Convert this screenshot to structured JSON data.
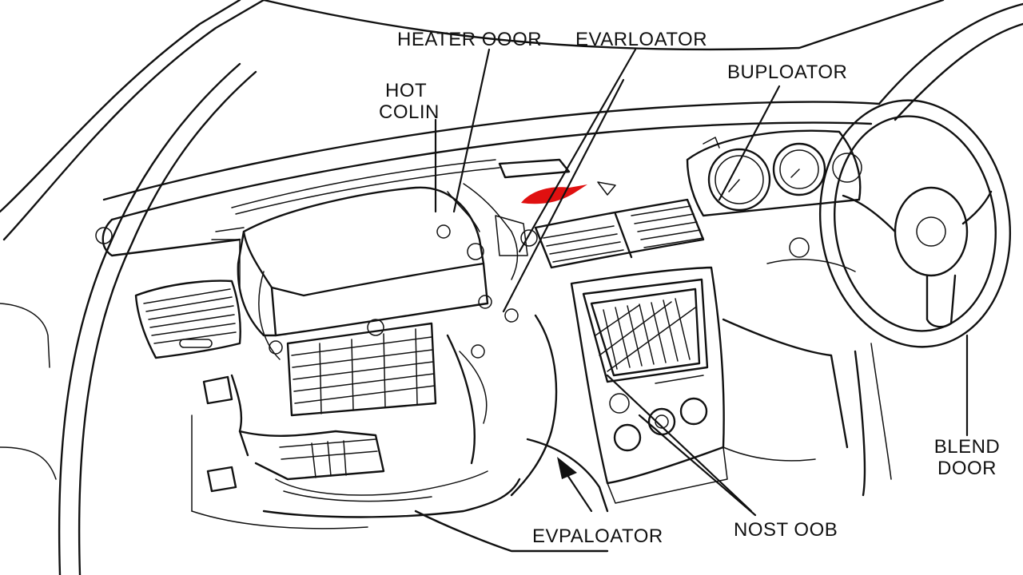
{
  "labels": {
    "heater_door": "HEATER OOOR",
    "evarloator": "EVARLOATOR",
    "hot_colin_line1": "HOT",
    "hot_colin_line2": "COLIN",
    "buploator": "BUPLOATOR",
    "blend_door_line1": "BLEND",
    "blend_door_line2": "DOOR",
    "evpaloator": "EVPALOATOR",
    "nost_oob": "NOST OOB"
  },
  "colors": {
    "ink": "#111111",
    "highlight": "#e01010",
    "background": "#ffffff"
  }
}
